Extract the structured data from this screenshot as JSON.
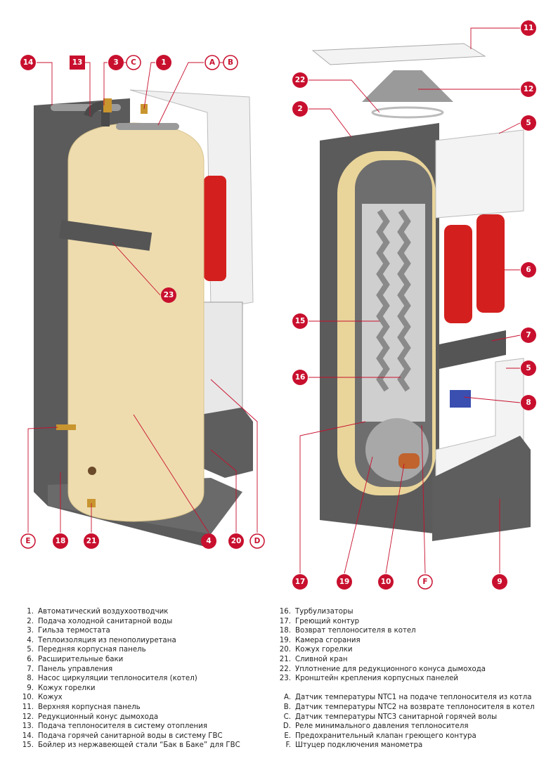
{
  "colors": {
    "accent": "#c8102e",
    "tank": "#eedcae",
    "body": "#5b5b5b",
    "panel": "#f2f2f2",
    "expansion": "#d3201e"
  },
  "callouts": {
    "c14": "14",
    "c13": "13",
    "c3": "3",
    "cC": "C",
    "c1": "1",
    "cA": "A",
    "cB": "B",
    "c23": "23",
    "cE": "E",
    "c18": "18",
    "c21": "21",
    "c4": "4",
    "c20": "20",
    "cD": "D",
    "c11": "11",
    "c22": "22",
    "c12": "12",
    "c2": "2",
    "c5a": "5",
    "c6": "6",
    "c15": "15",
    "c7": "7",
    "c16": "16",
    "c5b": "5",
    "c8": "8",
    "c17": "17",
    "c19": "19",
    "c10": "10",
    "cF": "F",
    "c9": "9"
  },
  "legend_numbered": [
    {
      "key": "1.",
      "text": "Автоматический воздухоотводчик"
    },
    {
      "key": "2.",
      "text": "Подача холодной санитарной воды"
    },
    {
      "key": "3.",
      "text": "Гильза термостата"
    },
    {
      "key": "4.",
      "text": "Теплоизоляция из пенополиуретана"
    },
    {
      "key": "5.",
      "text": "Передняя корпусная панель"
    },
    {
      "key": "6.",
      "text": "Расширительные баки"
    },
    {
      "key": "7.",
      "text": "Панель управления"
    },
    {
      "key": "8.",
      "text": "Насос циркуляции теплоносителя (котел)"
    },
    {
      "key": "9.",
      "text": "Кожух горелки"
    },
    {
      "key": "10.",
      "text": "Кожух"
    },
    {
      "key": "11.",
      "text": "Верхняя корпусная панель"
    },
    {
      "key": "12.",
      "text": "Редукционный конус дымохода"
    },
    {
      "key": "13.",
      "text": "Подача теплоносителя в систему отопления"
    },
    {
      "key": "14.",
      "text": "Подача горячей санитарной воды в систему ГВС"
    },
    {
      "key": "15.",
      "text": "Бойлер из нержавеющей стали “Бак в Баке” для ГВС"
    },
    {
      "key": "16.",
      "text": "Турбулизаторы"
    },
    {
      "key": "17.",
      "text": "Греющий контур"
    },
    {
      "key": "18.",
      "text": "Возврат теплоносителя в котел"
    },
    {
      "key": "19.",
      "text": "Камера сгорания"
    },
    {
      "key": "20.",
      "text": "Кожух горелки"
    },
    {
      "key": "21.",
      "text": "Сливной кран"
    },
    {
      "key": "22.",
      "text": "Уплотнение для редукционного конуса дымохода"
    },
    {
      "key": "23.",
      "text": "Кронштейн крепления корпусных панелей"
    }
  ],
  "legend_lettered": [
    {
      "key": "A.",
      "text": "Датчик температуры NTC1 на подаче теплоносителя из котла"
    },
    {
      "key": "B.",
      "text": "Датчик температуры NTC2 на возврате теплоносителя в котел"
    },
    {
      "key": "C.",
      "text": "Датчик температуры NTC3 санитарной горячей волы"
    },
    {
      "key": "D.",
      "text": "Реле минимального давления теплоносителя"
    },
    {
      "key": "E.",
      "text": "Предохранительный клапан греющего контура"
    },
    {
      "key": "F.",
      "text": "Штуцер подключения манометра"
    }
  ]
}
